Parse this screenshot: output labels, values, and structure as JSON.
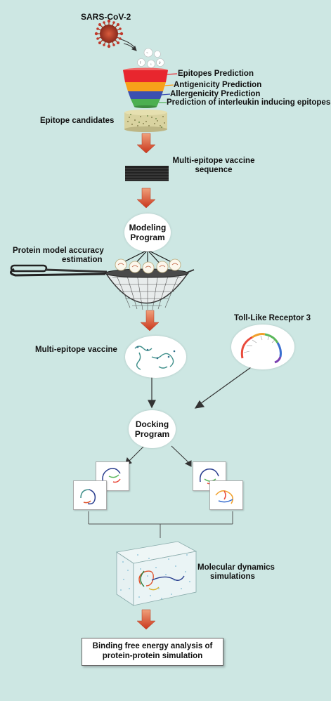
{
  "virus": {
    "label": "SARS-CoV-2"
  },
  "funnel": {
    "layers": [
      {
        "label": "Epitopes Prediction",
        "color": "#e8262e"
      },
      {
        "label": "Antigenicity Prediction",
        "color": "#f7a11a"
      },
      {
        "label": "Allergenicity Prediction",
        "color": "#3b4fb0"
      },
      {
        "label": "Prediction of interleukin inducing epitopes",
        "color": "#4caf50"
      }
    ]
  },
  "epitope_candidates": {
    "label": "Epitope candidates"
  },
  "vaccine_sequence": {
    "label_line1": "Multi-epitope vaccine",
    "label_line2": "sequence"
  },
  "modeling": {
    "line1": "Modeling",
    "line2": "Program"
  },
  "accuracy": {
    "line1": "Protein model accuracy",
    "line2": "estimation"
  },
  "multi_vaccine": {
    "label": "Multi-epitope vaccine"
  },
  "tlr3": {
    "label": "Toll-Like Receptor 3"
  },
  "docking": {
    "line1": "Docking",
    "line2": "Program"
  },
  "md": {
    "line1": "Molecular dynamics",
    "line2": "simulations"
  },
  "final": {
    "line1": "Binding free energy analysis of",
    "line2": "protein-protein simulation"
  },
  "colors": {
    "background": "#cde7e3",
    "arrow": "#d9532f"
  }
}
